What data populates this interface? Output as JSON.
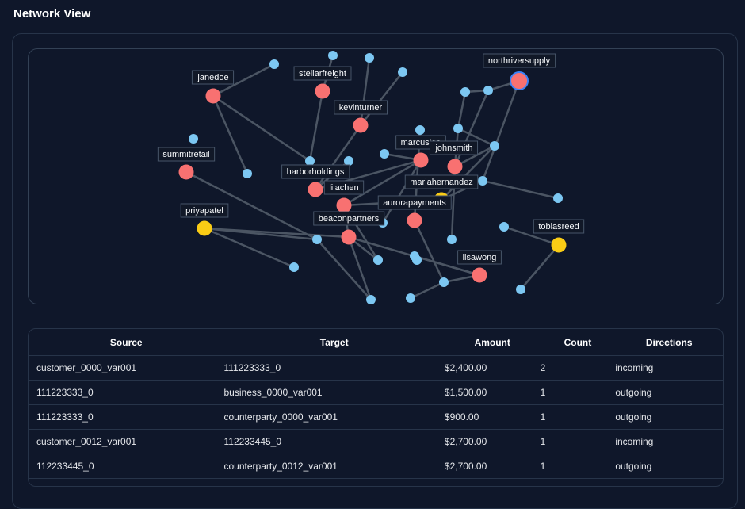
{
  "page": {
    "title": "Network View"
  },
  "colors": {
    "background": "#0f172a",
    "edge": "#4b5563",
    "account_node": "#7cc7f2",
    "entity_node": "#f87171",
    "highlight_node": "#facc15",
    "focus_ring": "#3b82f6"
  },
  "graph": {
    "entity_labels": [
      "janedoe",
      "stellarfreight",
      "northriversupply",
      "kevinturner",
      "summitretail",
      "marcuslee",
      "johnsmith",
      "harborholdings",
      "mariahernandez",
      "lilachen",
      "aurorapayments",
      "priyapatel",
      "beaconpartners",
      "tobiasreed",
      "lisawong"
    ]
  },
  "table": {
    "headers": [
      "Source",
      "Target",
      "Amount",
      "Count",
      "Directions"
    ],
    "rows": [
      {
        "source": "customer_0000_var001",
        "target": "111223333_0",
        "amount": "$2,400.00",
        "count": "2",
        "direction": "incoming"
      },
      {
        "source": "111223333_0",
        "target": "business_0000_var001",
        "amount": "$1,500.00",
        "count": "1",
        "direction": "outgoing"
      },
      {
        "source": "111223333_0",
        "target": "counterparty_0000_var001",
        "amount": "$900.00",
        "count": "1",
        "direction": "outgoing"
      },
      {
        "source": "customer_0012_var001",
        "target": "112233445_0",
        "amount": "$2,700.00",
        "count": "1",
        "direction": "incoming"
      },
      {
        "source": "112233445_0",
        "target": "counterparty_0012_var001",
        "amount": "$2,700.00",
        "count": "1",
        "direction": "outgoing"
      }
    ]
  }
}
